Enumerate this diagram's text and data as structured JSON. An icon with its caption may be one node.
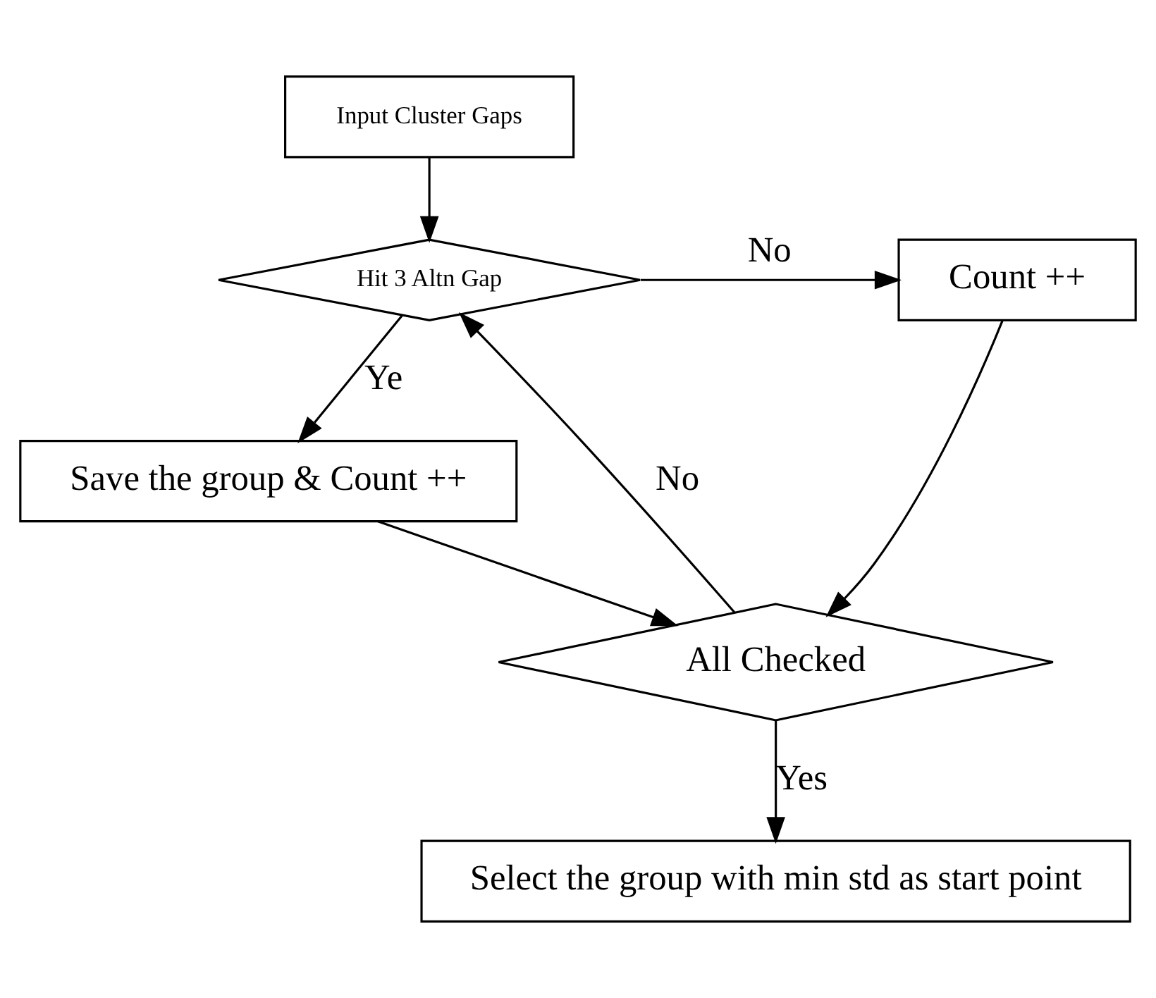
{
  "diagram": {
    "nodes": [
      {
        "text": [
          "Input Cluster Gaps"
        ]
      },
      {
        "text": [
          "Hit 3 Altn Gap"
        ]
      },
      {
        "text": [
          "Count ++"
        ]
      },
      {
        "text": [
          "Save the group & Count ++"
        ]
      },
      {
        "text": [
          "All Checked"
        ]
      },
      {
        "text": [
          "Select the group with min std as start point"
        ]
      }
    ],
    "edges": [
      {
        "from": 0,
        "to": 1,
        "arrow": "to"
      },
      {
        "from": 1,
        "to": 2,
        "arrow": "to",
        "label": "No"
      },
      {
        "from": 1,
        "to": 3,
        "arrow": "to",
        "label": "Ye"
      },
      {
        "from": 3,
        "to": 4,
        "arrow": "to"
      },
      {
        "from": 2,
        "to": 4,
        "arrow": "to"
      },
      {
        "from": 4,
        "to": 1,
        "arrow": "to",
        "label": "No"
      },
      {
        "from": 4,
        "to": 5,
        "arrow": "to",
        "label": "Yes"
      }
    ]
  }
}
